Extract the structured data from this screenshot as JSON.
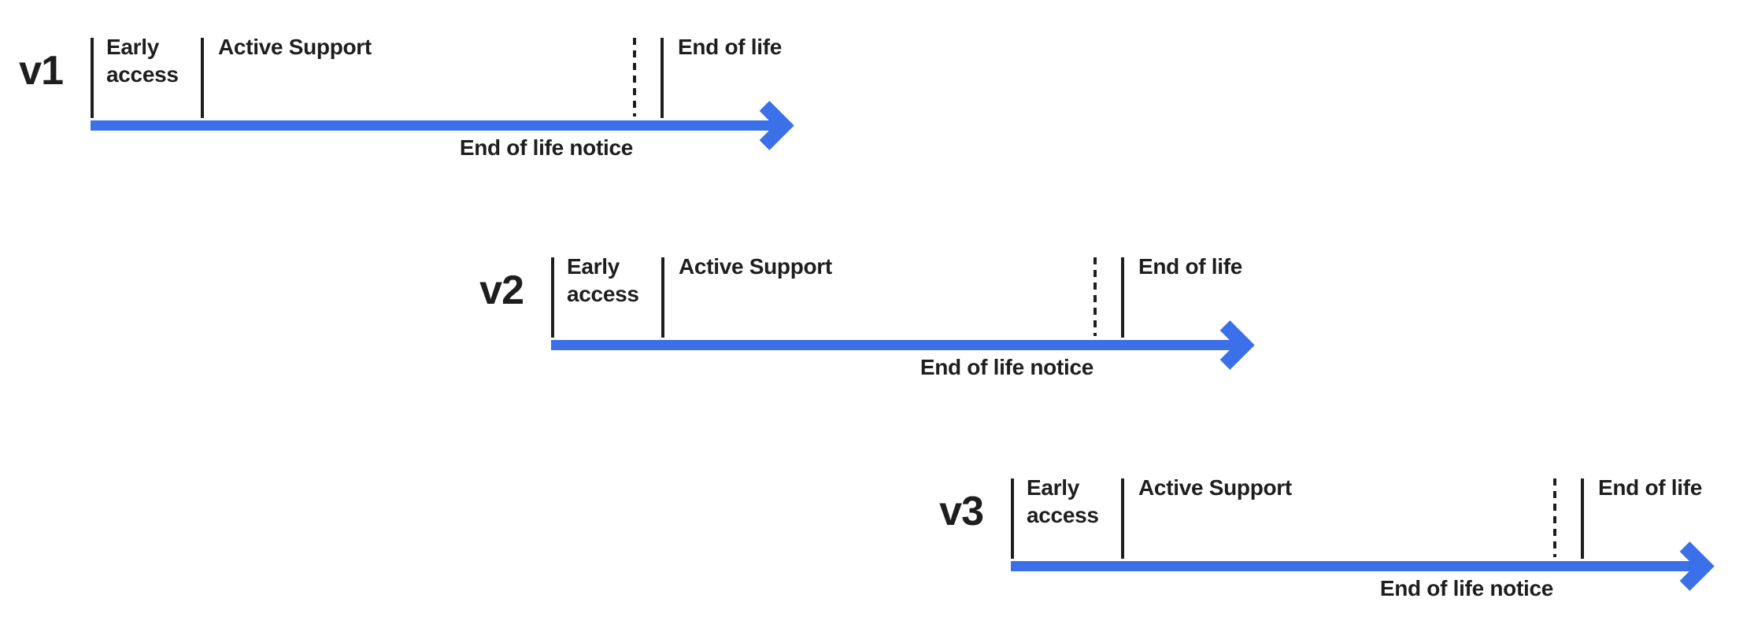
{
  "palette": {
    "background": "#ffffff",
    "ink": "#1e1e1e",
    "arrow_blue": "#3c70e8"
  },
  "timelines": [
    {
      "version": "v1",
      "early_access_label": "Early access",
      "active_support_label": "Active Support",
      "end_of_life_label": "End of life",
      "end_of_life_notice_label": "End of life notice"
    },
    {
      "version": "v2",
      "early_access_label": "Early access",
      "active_support_label": "Active Support",
      "end_of_life_label": "End of life",
      "end_of_life_notice_label": "End of life notice"
    },
    {
      "version": "v3",
      "early_access_label": "Early access",
      "active_support_label": "Active Support",
      "end_of_life_label": "End of life",
      "end_of_life_notice_label": "End of life notice"
    }
  ]
}
